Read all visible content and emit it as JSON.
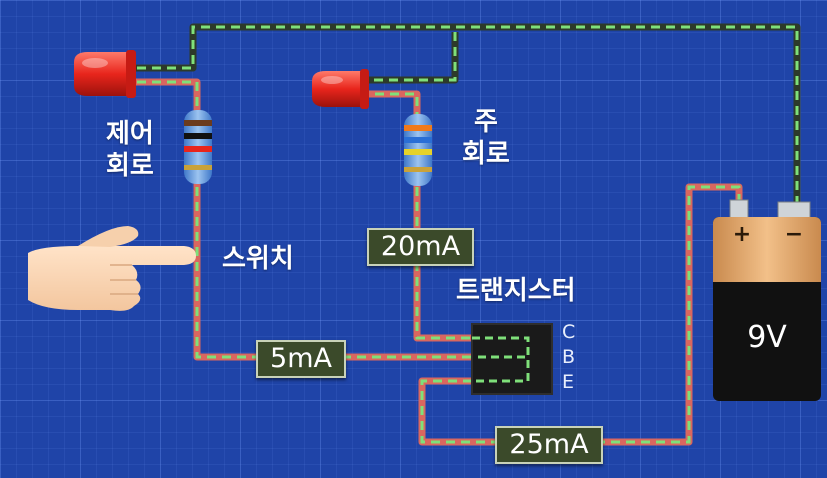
{
  "labels": {
    "control_circuit_line1": "제어",
    "control_circuit_line2": "회로",
    "main_circuit_line1": "주",
    "main_circuit_line2": "회로",
    "switch": "스위치",
    "transistor": "트랜지스터",
    "pin_c": "C",
    "pin_b": "B",
    "pin_e": "E"
  },
  "currents": {
    "base": "5mA",
    "collector": "20mA",
    "emitter": "25mA"
  },
  "battery": {
    "voltage": "9V",
    "plus": "+",
    "minus": "−"
  },
  "colors": {
    "background": "#1f44a8",
    "wire_positive": "#d9675f",
    "wire_negative": "#2d3a2a",
    "current_dash": "#7fe07a",
    "led": "#e8251c",
    "badge": "#3b4a2a",
    "battery_top": "#e9b27a",
    "battery_bottom": "#111111"
  },
  "icons": [
    "hand-pointing-icon",
    "led-icon",
    "resistor-icon",
    "transistor-icon",
    "battery-icon"
  ]
}
